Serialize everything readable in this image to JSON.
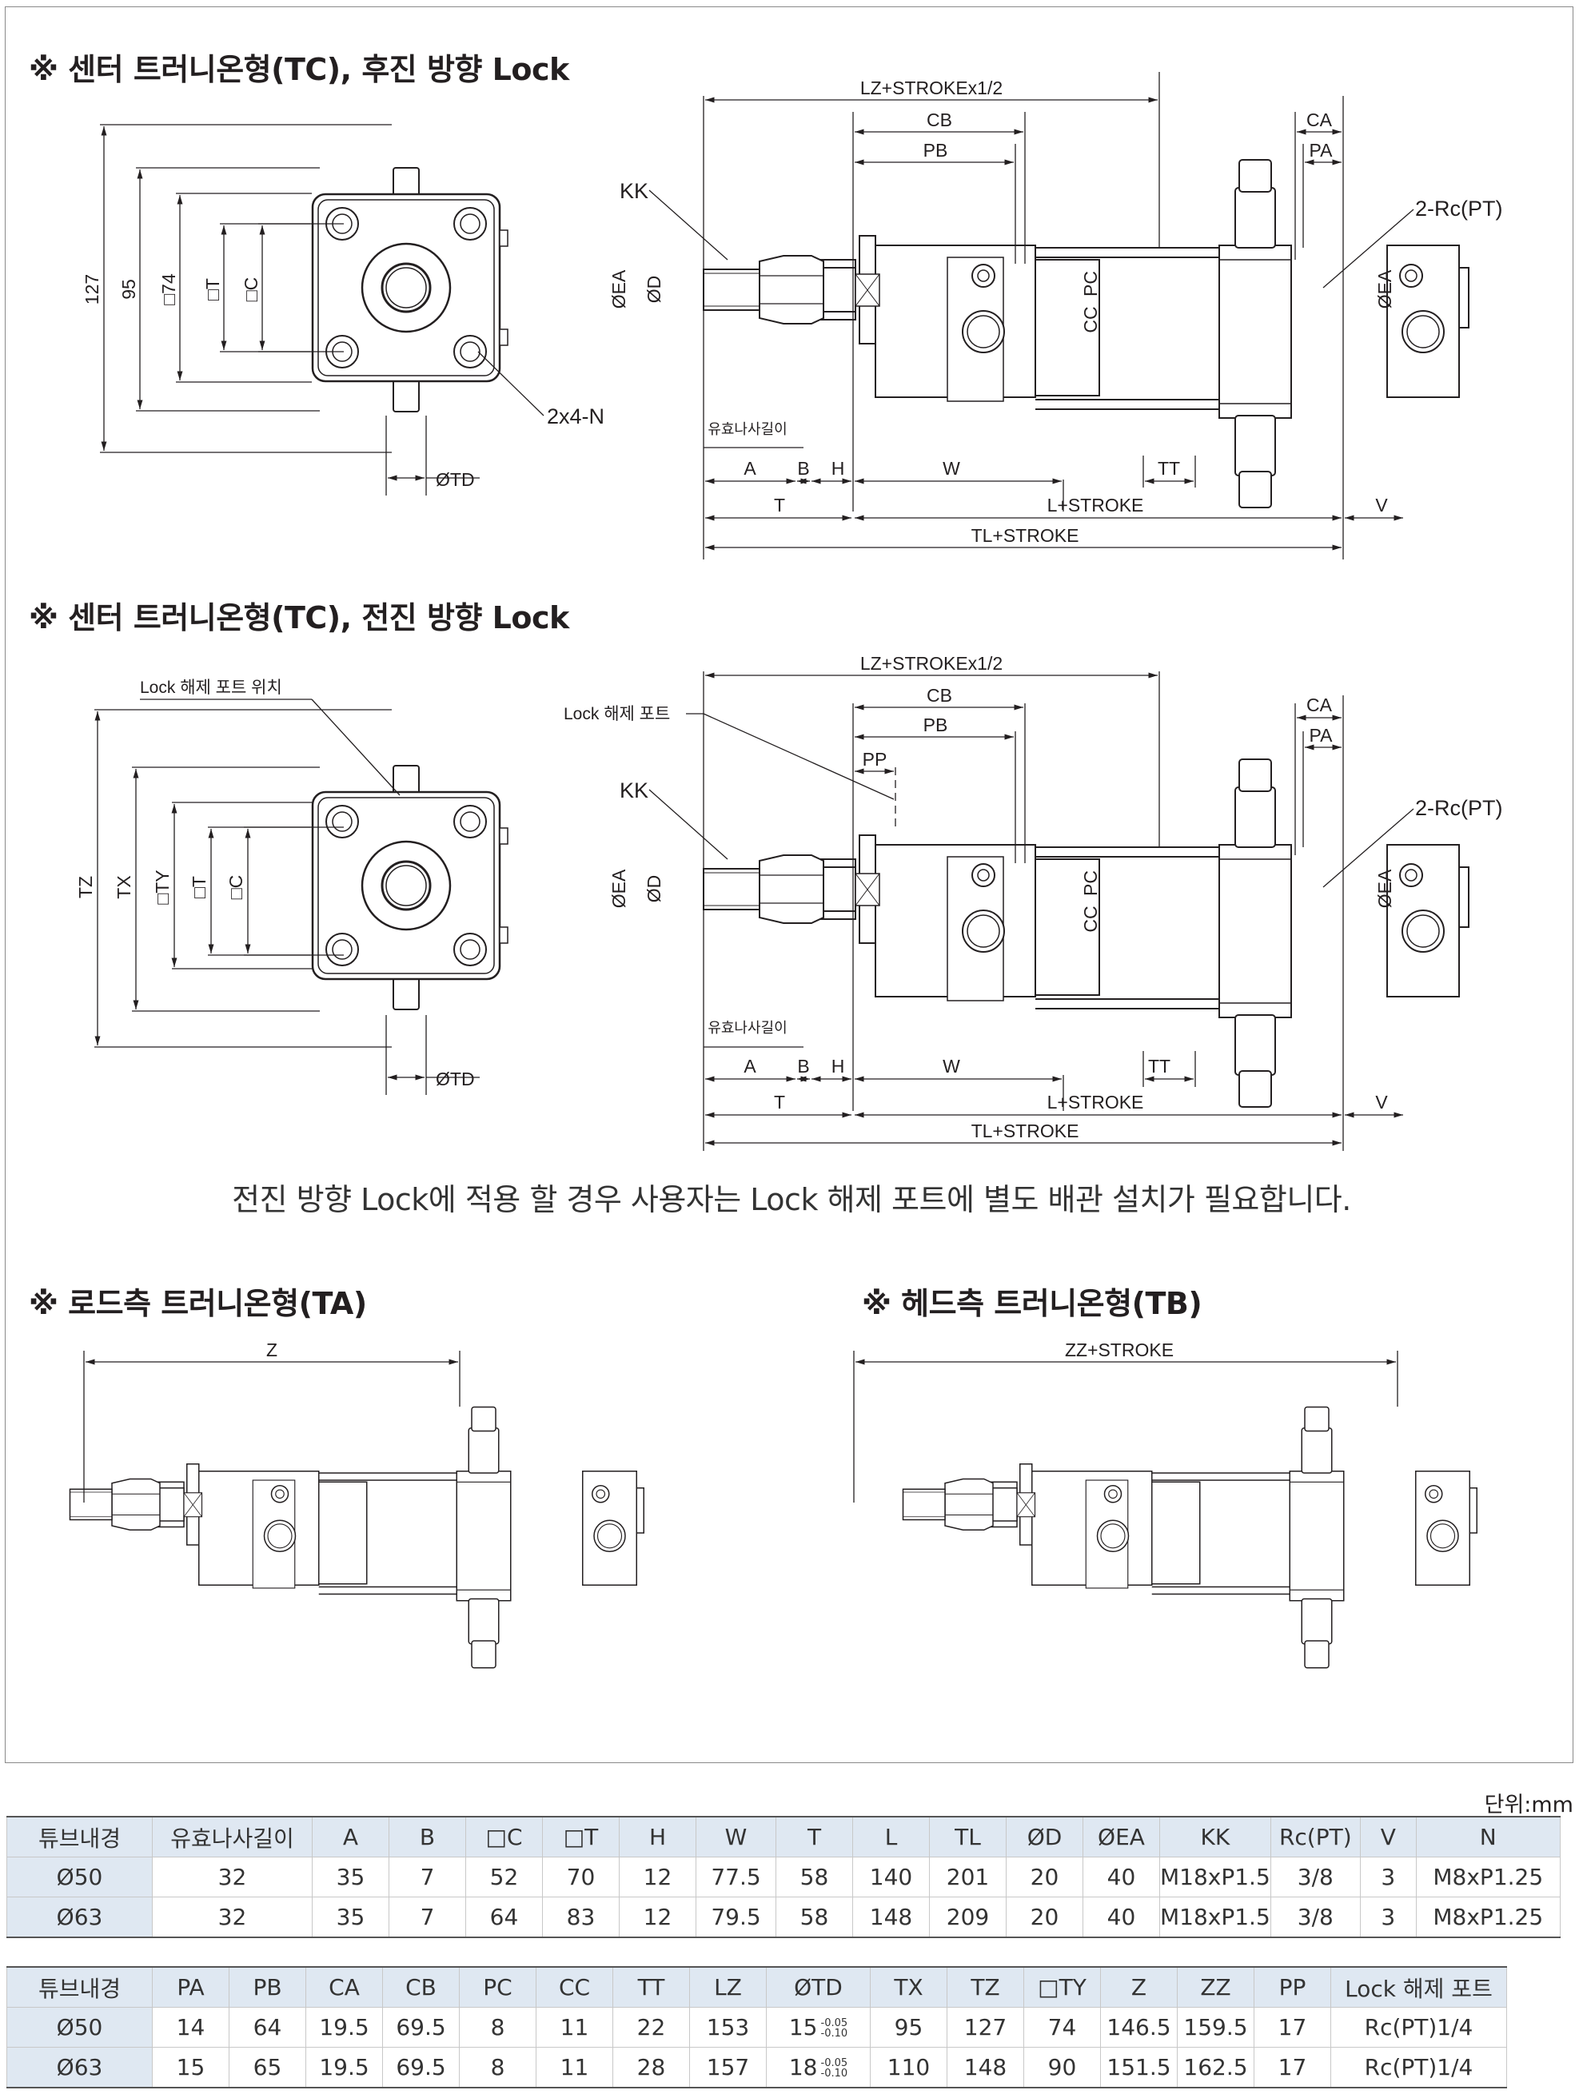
{
  "sections": {
    "s1_title": "※ 센터 트러니온형(TC), 후진 방향 Lock",
    "s2_title": "※ 센터 트러니온형(TC), 전진 방향 Lock",
    "s3_title": "※ 로드측 트러니온형(TA)",
    "s4_title": "※ 헤드측 트러니온형(TB)"
  },
  "note": "전진 방향 Lock에 적용 할 경우 사용자는 Lock 해제 포트에 별도 배관 설치가 필요합니다.",
  "labels": {
    "d127": "127",
    "d95": "95",
    "sq74": "□74",
    "sqT": "□T",
    "sqC": "□C",
    "tz": "TZ",
    "tx": "TX",
    "sqTY": "□TY",
    "n2x4": "2x4-N",
    "td": "ØTD",
    "lz": "LZ+STROKEx1/2",
    "cb": "CB",
    "pb": "PB",
    "ca": "CA",
    "pa": "PA",
    "pp": "PP",
    "kk": "KK",
    "rc": "2-Rc(PT)",
    "ea": "ØEA",
    "d": "ØD",
    "cc": "CC",
    "pc": "PC",
    "thread": "유효나사길이",
    "a": "A",
    "b": "B",
    "h": "H",
    "w": "W",
    "tt": "TT",
    "t": "T",
    "l": "L+STROKE",
    "v": "V",
    "tl": "TL+STROKE",
    "lock_pos": "Lock 해제 포트 위치",
    "lock_port": "Lock 해제 포트",
    "z": "Z",
    "zz": "ZZ+STROKE"
  },
  "unit_label": "단위:mm",
  "table1": {
    "headers": [
      "튜브내경",
      "유효나사길이",
      "A",
      "B",
      "□C",
      "□T",
      "H",
      "W",
      "T",
      "L",
      "TL",
      "ØD",
      "ØEA",
      "KK",
      "Rc(PT)",
      "V",
      "N"
    ],
    "rows": [
      [
        "Ø50",
        "32",
        "35",
        "7",
        "52",
        "70",
        "12",
        "77.5",
        "58",
        "140",
        "201",
        "20",
        "40",
        "M18xP1.5",
        "3/8",
        "3",
        "M8xP1.25"
      ],
      [
        "Ø63",
        "32",
        "35",
        "7",
        "64",
        "83",
        "12",
        "79.5",
        "58",
        "148",
        "209",
        "20",
        "40",
        "M18xP1.5",
        "3/8",
        "3",
        "M8xP1.25"
      ]
    ]
  },
  "table2": {
    "headers": [
      "튜브내경",
      "PA",
      "PB",
      "CA",
      "CB",
      "PC",
      "CC",
      "TT",
      "LZ",
      "ØTD",
      "TX",
      "TZ",
      "□TY",
      "Z",
      "ZZ",
      "PP",
      "Lock 해제 포트"
    ],
    "rows": [
      [
        "Ø50",
        "14",
        "64",
        "19.5",
        "69.5",
        "8",
        "11",
        "22",
        "153",
        "15",
        "95",
        "127",
        "74",
        "146.5",
        "159.5",
        "17",
        "Rc(PT)1/4"
      ],
      [
        "Ø63",
        "15",
        "65",
        "19.5",
        "69.5",
        "8",
        "11",
        "28",
        "157",
        "18",
        "110",
        "148",
        "90",
        "151.5",
        "162.5",
        "17",
        "Rc(PT)1/4"
      ]
    ],
    "td_tol_upper": "-0.05",
    "td_tol_lower": "-0.10"
  }
}
